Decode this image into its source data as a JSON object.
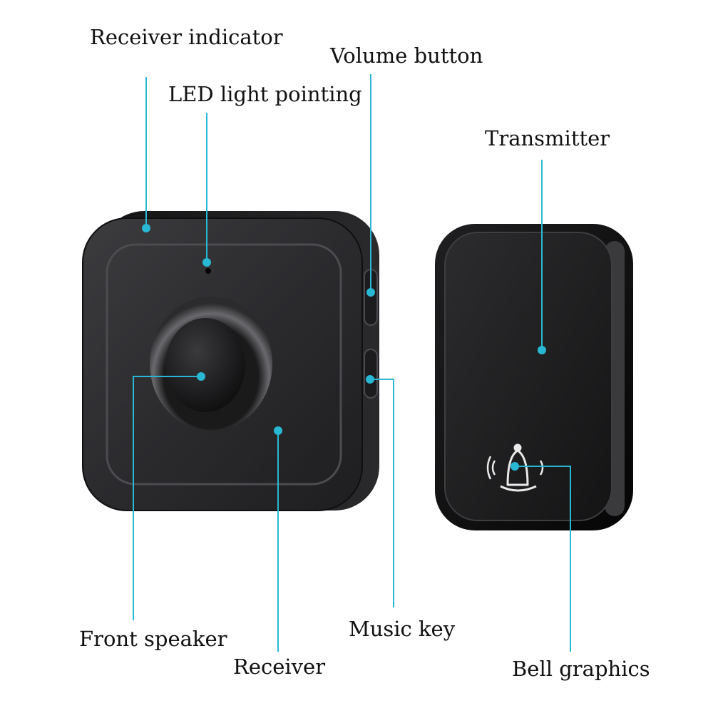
{
  "labels": {
    "receiver_indicator": "Receiver indicator",
    "led_light_pointing": "LED light pointing",
    "volume_button": "Volume button",
    "transmitter": "Transmitter",
    "front_speaker": "Front speaker",
    "receiver": "Receiver",
    "music_key": "Music key",
    "bell_graphics": "Bell graphics"
  },
  "colors": {
    "callout_line": "#29b8d4",
    "callout_dot": "#29b8d4",
    "device_body": "#2a2a2c",
    "device_edge": "#0c0c0d",
    "text": "#111111",
    "background": "#ffffff"
  }
}
